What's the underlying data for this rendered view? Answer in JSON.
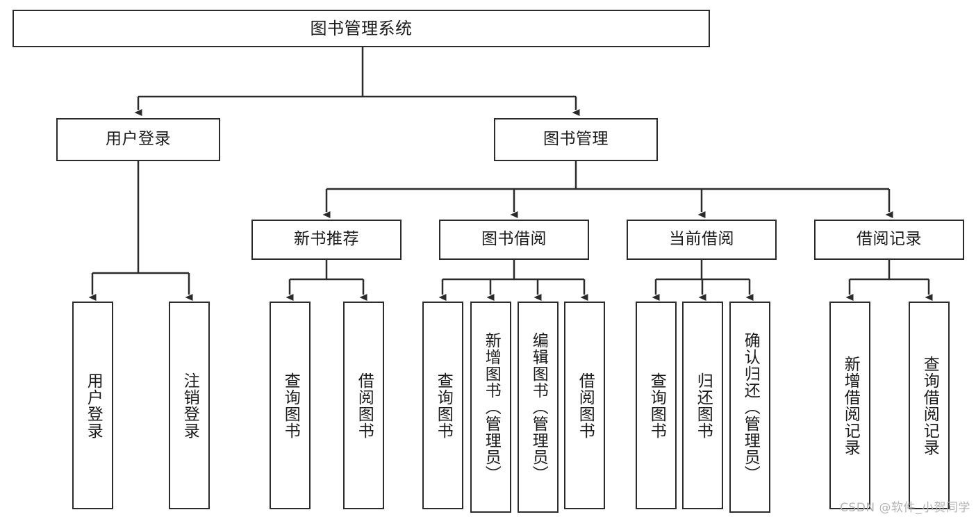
{
  "diagram": {
    "title": "图书管理系统",
    "root": {
      "label": "图书管理系统"
    },
    "level2": [
      {
        "label": "用户登录"
      },
      {
        "label": "图书管理"
      }
    ],
    "level3": [
      {
        "label": "新书推荐"
      },
      {
        "label": "图书借阅"
      },
      {
        "label": "当前借阅"
      },
      {
        "label": "借阅记录"
      }
    ],
    "leaves": {
      "user_login": [
        {
          "label": "用户登录"
        },
        {
          "label": "注销登录"
        }
      ],
      "new_book_recommend": [
        {
          "label": "查询图书"
        },
        {
          "label": "借阅图书"
        }
      ],
      "book_borrow": [
        {
          "label": "查询图书"
        },
        {
          "label": "新增图书（管理员）"
        },
        {
          "label": "编辑图书（管理员）"
        },
        {
          "label": "借阅图书"
        }
      ],
      "current_borrow": [
        {
          "label": "查询图书"
        },
        {
          "label": "归还图书"
        },
        {
          "label": "确认归还（管理员）"
        }
      ],
      "borrow_record": [
        {
          "label": "新增借阅记录"
        },
        {
          "label": "查询借阅记录"
        }
      ]
    }
  },
  "watermark": {
    "text": "CSDN @软件_小贺同学"
  },
  "colors": {
    "stroke": "#2b2b2b",
    "background": "#ffffff",
    "text": "#1a1a1a",
    "watermark": "#b4b4b4"
  }
}
